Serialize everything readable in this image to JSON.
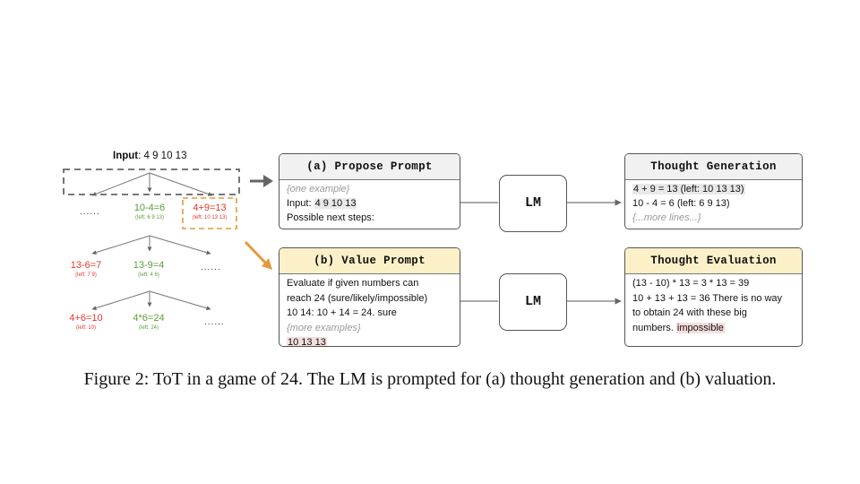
{
  "tree": {
    "input_label": "Input",
    "input_values": ": 4 9 10 13",
    "level1": [
      {
        "text": "......",
        "kind": "dots"
      },
      {
        "eq": "10-4=6",
        "left": "(left: 6 9 13)",
        "color": "green"
      },
      {
        "eq": "4+9=13",
        "left": "(left: 10 13 13)",
        "color": "red"
      }
    ],
    "level2": [
      {
        "eq": "13-6=7",
        "left": "(left: 7 9)",
        "color": "red"
      },
      {
        "eq": "13-9=4",
        "left": "(left: 4 6)",
        "color": "green"
      },
      {
        "text": "......",
        "kind": "dots"
      }
    ],
    "level3": [
      {
        "eq": "4+6=10",
        "left": "(left: 10)",
        "color": "red"
      },
      {
        "eq": "4*6=24",
        "left": "(left: 24)",
        "color": "green"
      },
      {
        "text": "......",
        "kind": "dots"
      }
    ]
  },
  "propose": {
    "title": "(a) Propose Prompt",
    "placeholder": "{one example}",
    "input_label": "Input: ",
    "input_values": "4 9 10 13",
    "line3": "Possible next steps:"
  },
  "value": {
    "title": "(b) Value Prompt",
    "line1": "Evaluate if given numbers can",
    "line2": "reach 24 (sure/likely/impossible)",
    "line3": "10 14: 10 + 14 = 24. sure",
    "placeholder": "{more examples}",
    "line5": "10 13 13"
  },
  "lm": {
    "label": "LM"
  },
  "generation": {
    "title": "Thought Generation",
    "line1": "4 + 9 = 13 (left: 10 13 13)",
    "line2": "10 - 4 = 6 (left: 6 9 13)",
    "placeholder": "{...more lines...}"
  },
  "evaluation": {
    "title": "Thought Evaluation",
    "line1": "(13 - 10) * 13 = 3 * 13 = 39",
    "line2": "10 + 13 + 13 = 36 There is no way",
    "line3": "to obtain 24 with these big",
    "line4_prefix": "numbers. ",
    "line4_highlight": "impossible"
  },
  "caption": "Figure 2: ToT in a game of 24. The LM is prompted for (a) thought generation and (b) valuation.",
  "colors": {
    "green": "#5aa03a",
    "red": "#e03a2e",
    "orange_arrow": "#e39a3b",
    "yellow_header": "#fbf0c8",
    "gray_header": "#f1f1f1"
  }
}
